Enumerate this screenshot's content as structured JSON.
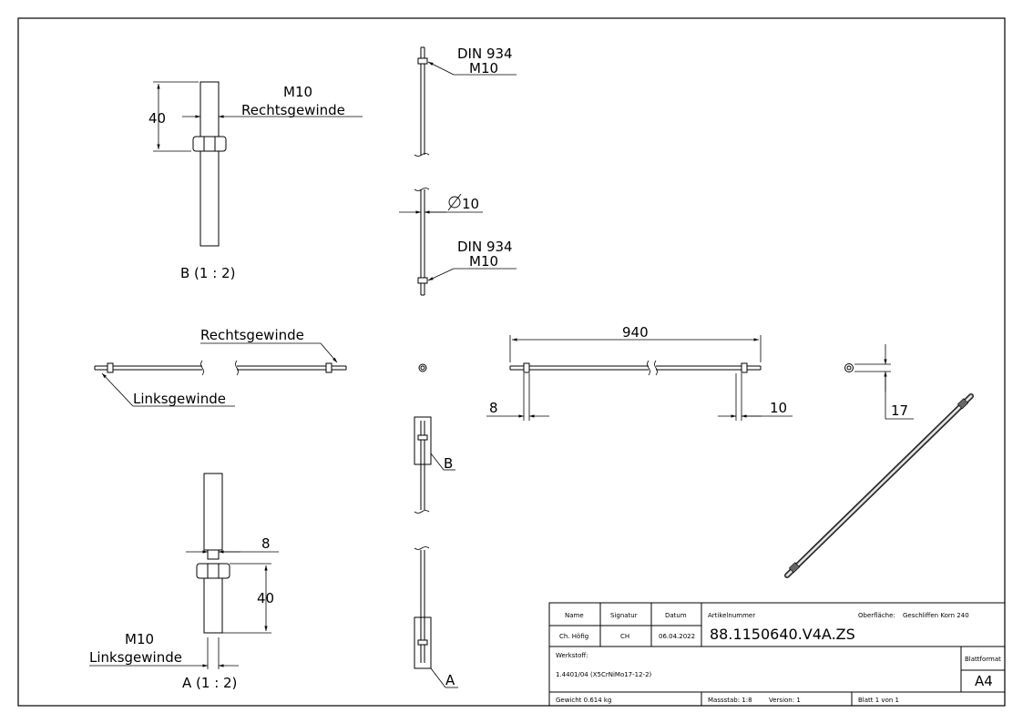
{
  "drawing": {
    "detail_b": {
      "label": "B (1 : 2)",
      "dim_length": "40",
      "thread_size": "M10",
      "thread_type": "Rechtsgewinde"
    },
    "detail_a": {
      "label": "A (1 : 2)",
      "dim_length": "40",
      "dim_width": "8",
      "thread_size": "M10",
      "thread_type": "Linksgewinde"
    },
    "side_view": {
      "nut_std_top": "DIN 934",
      "nut_size_top": "M10",
      "diameter": "10",
      "nut_std_bottom": "DIN 934",
      "nut_size_bottom": "M10",
      "detail_ref_b": "B",
      "detail_ref_a": "A"
    },
    "plan_view": {
      "right_thread": "Rechtsgewinde",
      "left_thread": "Linksgewinde"
    },
    "dim_view": {
      "length": "940",
      "offset_left": "8",
      "offset_right": "10"
    },
    "end_view": {
      "dim": "17"
    }
  },
  "title_block": {
    "headers": {
      "name": "Name",
      "signature": "Signatur",
      "date": "Datum",
      "article": "Artikelnummer",
      "surface_label": "Oberfläche:"
    },
    "name": "Ch. Höfig",
    "signature": "CH",
    "date": "06.04.2022",
    "surface": "Geschliffen Korn 240",
    "article_number": "88.1150640.V4A.ZS",
    "material_label": "Werkstoff:",
    "material": "1.4401/04 (X5CrNiMo17-12-2)",
    "sheet_format_label": "Blattformat",
    "sheet_format": "A4",
    "weight": "Gewicht 0.614 kg",
    "scale": "Massstab: 1:8",
    "version": "Version: 1",
    "sheet": "Blatt 1 von 1"
  }
}
